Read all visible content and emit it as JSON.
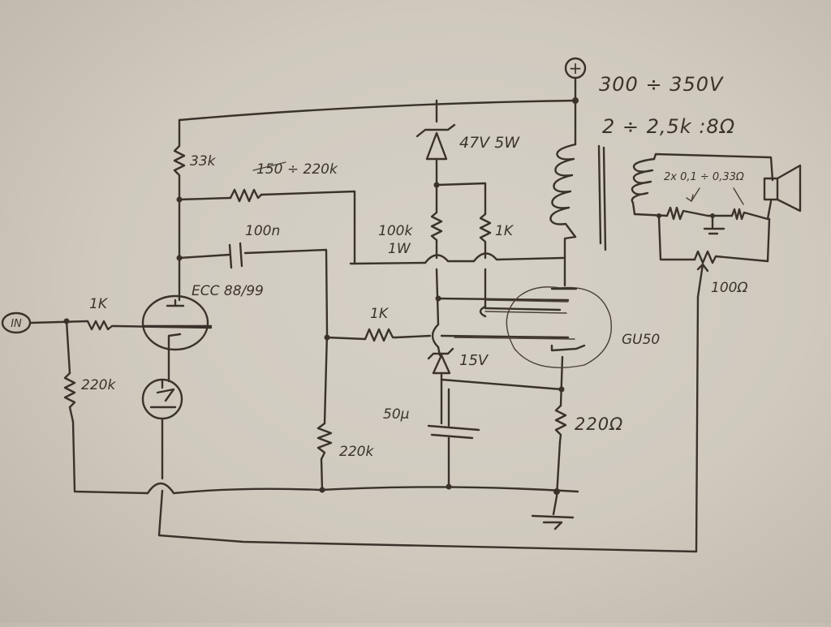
{
  "diagram": {
    "type": "hand-drawn-schematic",
    "subject": "Single-ended tube amplifier (ECC88/99 driver, GU50 output)",
    "colors": {
      "paper": "#d2ccc2",
      "ink": "#3a322b"
    },
    "supply": {
      "symbol": "+",
      "voltage_label": "300 ÷ 350V"
    },
    "output_transformer": {
      "ratio_label": "2 ÷ 2,5k  :8Ω"
    },
    "input": {
      "label": "IN"
    },
    "tubes": {
      "driver": "ECC 88/99",
      "output": "GU50"
    },
    "components": {
      "r_plate_driver": "33k",
      "r_feedback": "150 ÷ 220k",
      "r_feedback_struck": "150",
      "c_coupling": "100n",
      "r_grid_stopper_in": "1K",
      "r_grid_leak_in": "220k",
      "r_grid_stopper_out": "1K",
      "r_grid_leak_out": "220k",
      "zener_top": "47V 5W",
      "r_screen_feed": "100k",
      "r_screen_feed_power": "1W",
      "r_screen_stopper": "1K",
      "zener_bias": "15V",
      "c_bypass": "50µ",
      "r_cathode": "220Ω",
      "r_sense": "2x 0,1 ÷ 0,33Ω",
      "pot_balance": "100Ω"
    }
  }
}
